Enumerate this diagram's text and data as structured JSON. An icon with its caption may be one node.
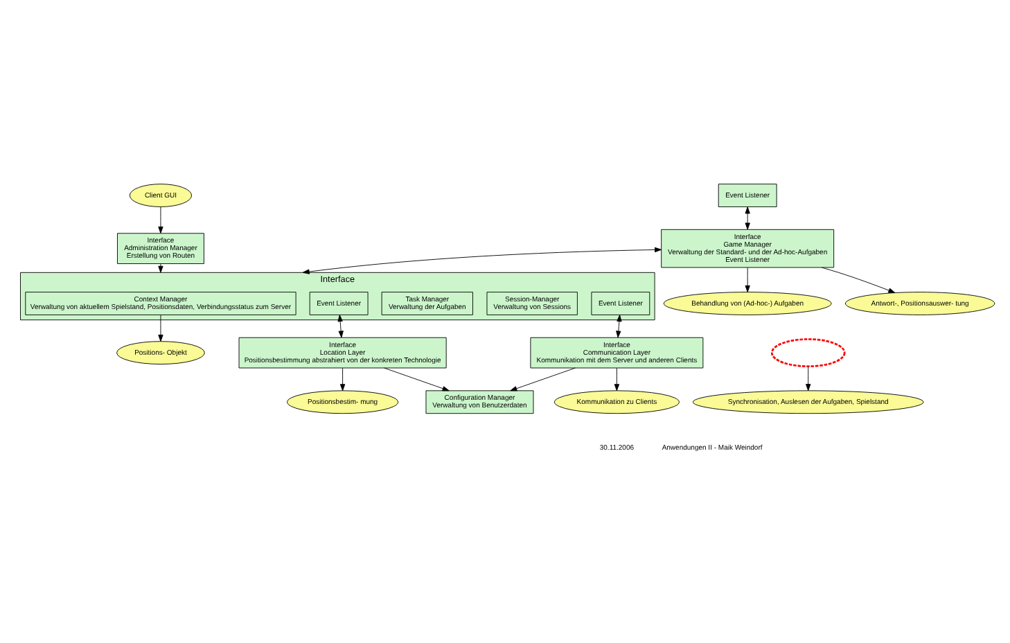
{
  "diagram": {
    "nodes": [
      {
        "text": [
          "Client GUI"
        ]
      },
      {
        "text": [
          "Event Listener"
        ]
      },
      {
        "text": [
          "Interface",
          "Administration Manager",
          "Erstellung von Routen"
        ]
      },
      {
        "text": [
          "Interface",
          "Game Manager",
          "Verwaltung der Standard- und der Ad-hoc-Aufgaben",
          "Event Listener"
        ]
      },
      {
        "text": [
          "Behandlung von (Ad-hoc-) Aufgaben"
        ]
      },
      {
        "text": [
          "Antwort-, Positionsauswer- tung"
        ]
      },
      {
        "text": [
          "Positions- Objekt"
        ]
      },
      {
        "text": [
          "Interface"
        ]
      },
      {
        "text": [
          "Context Manager",
          "Verwaltung von aktuellem Spielstand, Positionsdaten, Verbindungsstatus zum Server"
        ],
        "in": 7
      },
      {
        "text": [
          "Session-Manager",
          "Verwaltung von Sessions"
        ],
        "in": 7
      },
      {
        "text": [
          "Task Manager",
          "Verwaltung der Aufgaben"
        ],
        "in": 7
      },
      {
        "text": [
          "Event Listener"
        ],
        "in": 7
      },
      {
        "text": [
          "Event Listener"
        ],
        "in": 7
      },
      {
        "text": [],
        "shape": "ellipse"
      },
      {
        "text": [
          "Synchronisation, Auslesen der Aufgaben, Spielstand"
        ]
      },
      {
        "text": [
          "Interface",
          "Location Layer",
          "Positionsbestimmung abstrahiert von der konkreten Technologie"
        ]
      },
      {
        "text": [
          "Configuration Manager",
          "Verwaltung von Benutzerdaten"
        ]
      },
      {
        "text": [
          "Interface",
          "Communication Layer",
          "Kommunikation mit dem Server und anderen Clients"
        ]
      },
      {
        "text": [
          "Positionsbestim- mung"
        ]
      },
      {
        "text": [
          "Kommunikation zu Clients"
        ]
      }
    ],
    "edges": [
      {
        "from": 0,
        "to": 2,
        "arrow": "to"
      },
      {
        "from": 1,
        "to": 3,
        "arrow": "both"
      },
      {
        "from": 2,
        "to": 7,
        "arrow": "to"
      },
      {
        "from": 3,
        "to": 7,
        "arrow": "both"
      },
      {
        "from": 3,
        "to": 4,
        "arrow": "to"
      },
      {
        "from": 3,
        "to": 5,
        "arrow": "to"
      },
      {
        "from": 8,
        "to": 6,
        "arrow": "to"
      },
      {
        "from": 13,
        "to": 14,
        "arrow": "to"
      },
      {
        "from": 11,
        "to": 15,
        "arrow": "both"
      },
      {
        "from": 12,
        "to": 17,
        "arrow": "both"
      },
      {
        "from": 15,
        "to": 16,
        "arrow": "to"
      },
      {
        "from": 17,
        "to": 16,
        "arrow": "to"
      },
      {
        "from": 15,
        "to": 18,
        "arrow": "to"
      },
      {
        "from": 17,
        "to": 19,
        "arrow": "to"
      }
    ],
    "labels": [
      "30.11.2006",
      "Anwendungen II - Maik Weindorf"
    ]
  }
}
